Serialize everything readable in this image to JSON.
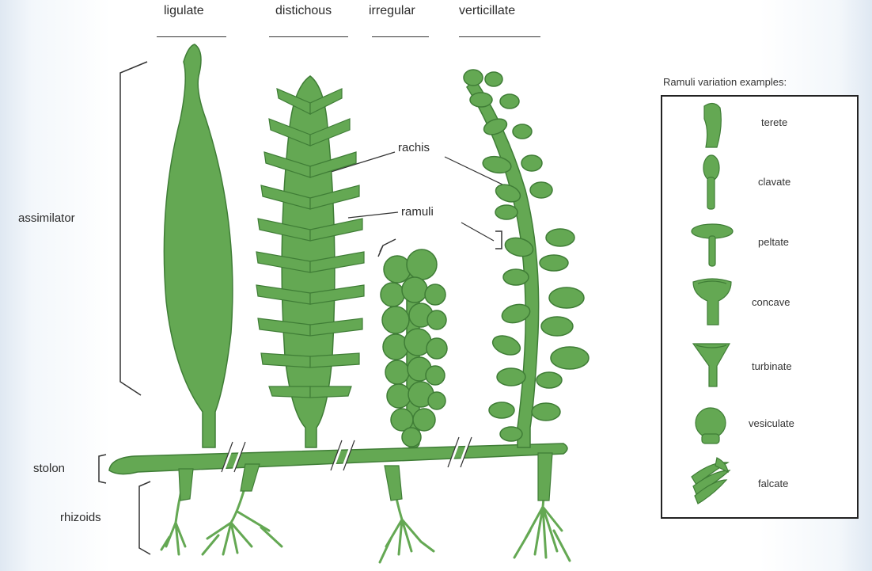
{
  "columns": {
    "ligulate": "ligulate",
    "distichous": "distichous",
    "irregular": "irregular",
    "verticillate": "verticillate"
  },
  "parts": {
    "assimilator": "assimilator",
    "rachis": "rachis",
    "ramuli": "ramuli",
    "stolon": "stolon",
    "rhizoids": "rhizoids"
  },
  "legend": {
    "title": "Ramuli variation examples:",
    "items": [
      {
        "label": "terete",
        "icon": "terete-icon"
      },
      {
        "label": "clavate",
        "icon": "clavate-icon"
      },
      {
        "label": "peltate",
        "icon": "peltate-icon"
      },
      {
        "label": "concave",
        "icon": "concave-icon"
      },
      {
        "label": "turbinate",
        "icon": "turbinate-icon"
      },
      {
        "label": "vesiculate",
        "icon": "vesiculate-icon"
      },
      {
        "label": "falcate",
        "icon": "falcate-icon"
      }
    ]
  },
  "colors": {
    "plant_fill": "#64a853",
    "plant_stroke": "#3f7d36",
    "ink": "#2b2b2b"
  }
}
